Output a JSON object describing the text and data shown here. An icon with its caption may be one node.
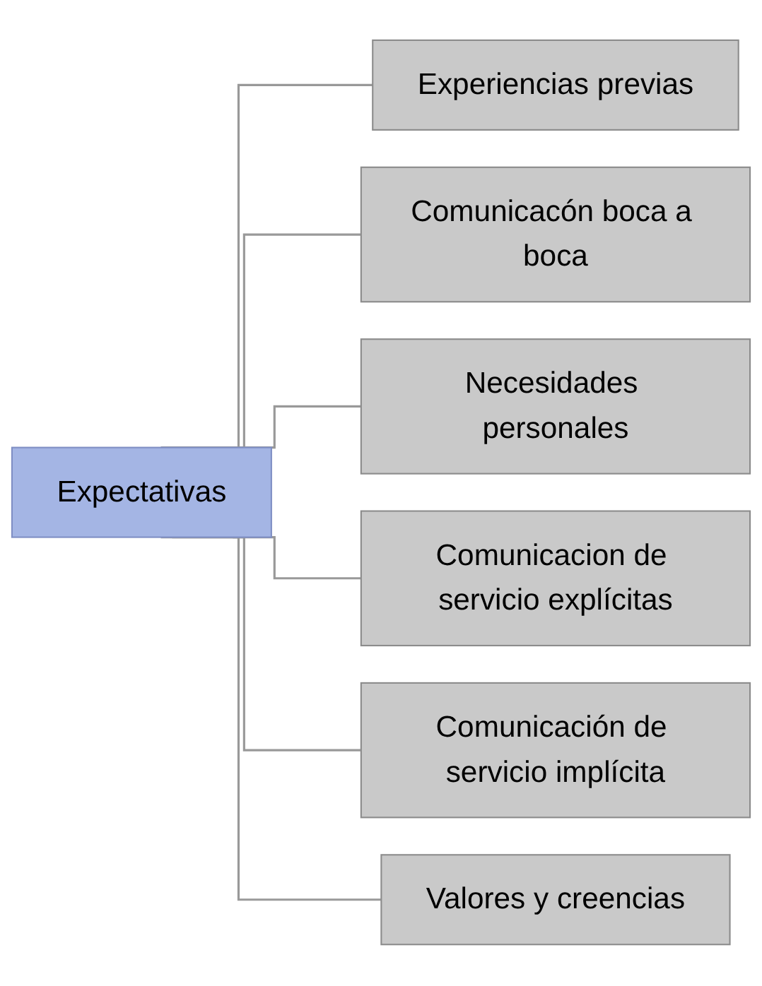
{
  "diagram": {
    "nodes": [
      {
        "text": [
          "Expectativas"
        ]
      },
      {
        "text": [
          "Experiencias previas"
        ]
      },
      {
        "text": [
          "Comunicacón boca a boca"
        ]
      },
      {
        "text": [
          "Necesidades personales"
        ]
      },
      {
        "text": [
          "Comunicacion de servicio explícitas"
        ]
      },
      {
        "text": [
          "Comunicación de servicio implícita"
        ]
      },
      {
        "text": [
          "Valores y creencias"
        ]
      }
    ],
    "edges": [
      {
        "from": 0,
        "to": 1,
        "arrow": "none"
      },
      {
        "from": 0,
        "to": 2,
        "arrow": "none"
      },
      {
        "from": 0,
        "to": 3,
        "arrow": "none"
      },
      {
        "from": 0,
        "to": 4,
        "arrow": "none"
      },
      {
        "from": 0,
        "to": 5,
        "arrow": "none"
      },
      {
        "from": 0,
        "to": 6,
        "arrow": "none"
      }
    ]
  }
}
